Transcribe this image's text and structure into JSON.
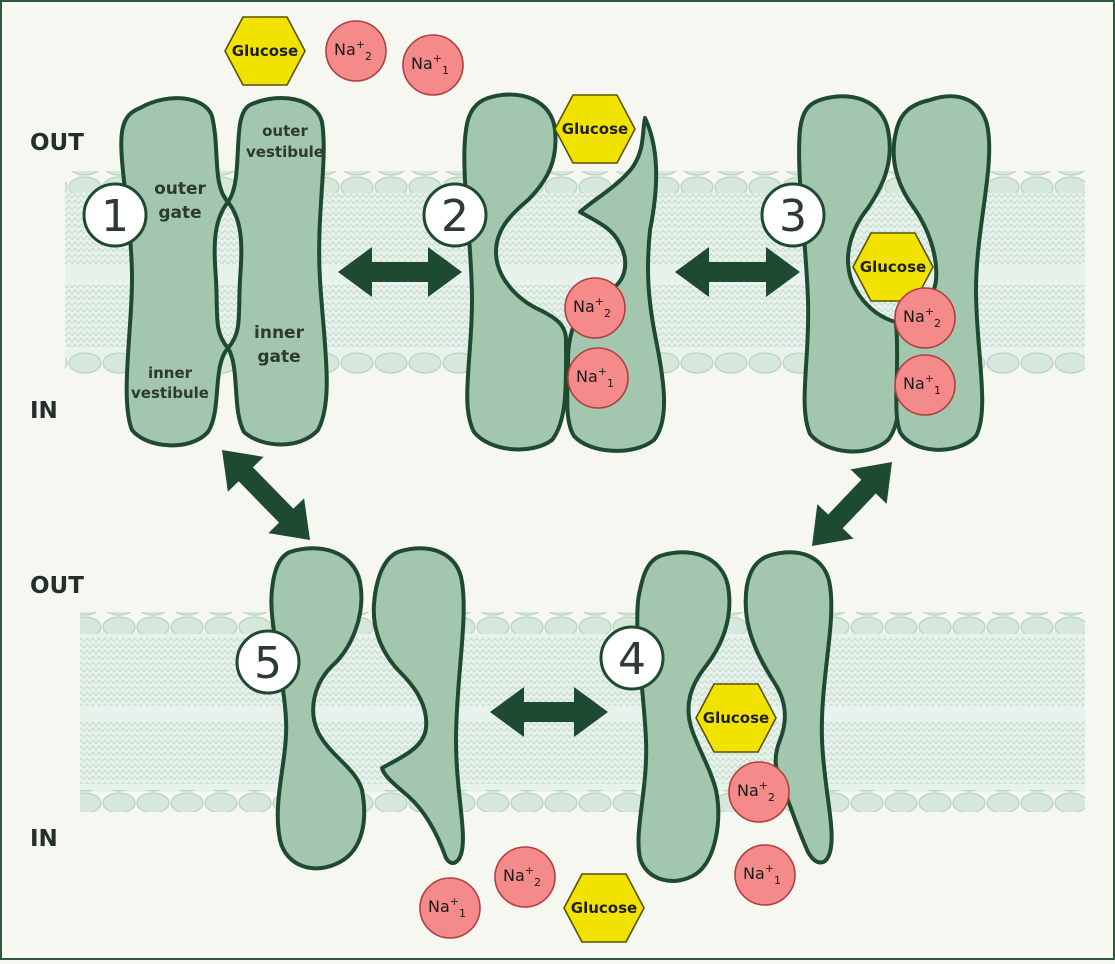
{
  "side_labels": {
    "out": "OUT",
    "in": "IN"
  },
  "region_labels": {
    "outer_vestibule": [
      "outer",
      "vestibule"
    ],
    "outer_gate": [
      "outer",
      "gate"
    ],
    "inner_gate": [
      "inner",
      "gate"
    ],
    "inner_vestibule": [
      "inner",
      "vestibule"
    ]
  },
  "states": [
    "1",
    "2",
    "3",
    "4",
    "5"
  ],
  "glucose": "Glucose",
  "sodium": {
    "base": "Na",
    "charge": "+",
    "site1": "1",
    "site2": "2"
  },
  "colors": {
    "protein_fill": "#a3c6ae",
    "protein_stroke": "#1f4a32",
    "arrow": "#1f4a32",
    "membrane": "#d4e6db",
    "glucose_fill": "#f2e200",
    "sodium_fill": "#f48a8a",
    "frame": "#2b5a3c",
    "background": "#f7f7f1"
  },
  "icons": [
    "double-arrow-icon",
    "glucose-hexagon-icon",
    "sodium-ion-icon"
  ]
}
